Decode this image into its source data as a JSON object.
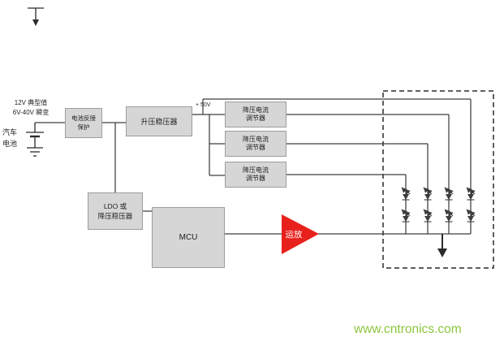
{
  "diagram": {
    "title_note": {
      "line1": "12V 典型值",
      "line2": "6V-40V 瞬变"
    },
    "battery": {
      "line1": "汽车",
      "line2": "电池"
    },
    "blocks": {
      "reverse_protection": {
        "line1": "电池反接",
        "line2": "保护"
      },
      "boost_regulator": "升压稳压器",
      "buck_regulators": [
        {
          "line1": "降压电流",
          "line2": "调节器"
        },
        {
          "line1": "降压电流",
          "line2": "调节器"
        },
        {
          "line1": "降压电流",
          "line2": "调节器"
        }
      ],
      "ldo": {
        "line1": "LDO 或",
        "line2": "降压稳压器"
      },
      "mcu": "MCU",
      "opamp": "运放"
    },
    "rail_label": "+ 50V",
    "watermark": "www.cntronics.com",
    "colors": {
      "box_fill": "#d6d6d6",
      "box_border": "#9d9d9d",
      "wire": "#3d3d3d",
      "opamp_triangle_red": "#e8211d",
      "watermark_green": "#8dc63f"
    }
  }
}
